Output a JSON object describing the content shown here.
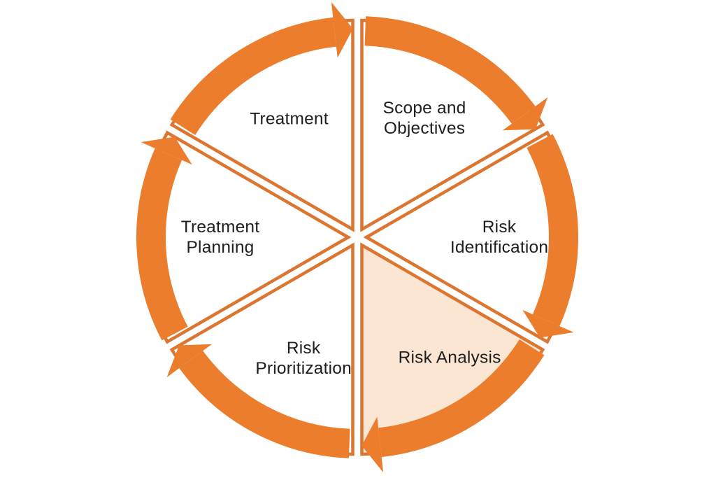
{
  "diagram": {
    "type": "cycle",
    "direction": "clockwise",
    "colors": {
      "arc": "#EB7D2C",
      "line": "#DC752F",
      "highlight_fill": "#FBE5D3",
      "wedge_fill": "#FFFFFF",
      "text": "#1E1E1E",
      "background": "#FFFFFF"
    },
    "segments": [
      {
        "lines": [
          "Scope and",
          "Objectives"
        ],
        "highlighted": false
      },
      {
        "lines": [
          "Risk",
          "Identification"
        ],
        "highlighted": false
      },
      {
        "lines": [
          "Risk Analysis"
        ],
        "highlighted": true
      },
      {
        "lines": [
          "Risk",
          "Prioritization"
        ],
        "highlighted": false
      },
      {
        "lines": [
          "Treatment",
          "Planning"
        ],
        "highlighted": false
      },
      {
        "lines": [
          "Treatment"
        ],
        "highlighted": false
      }
    ]
  }
}
